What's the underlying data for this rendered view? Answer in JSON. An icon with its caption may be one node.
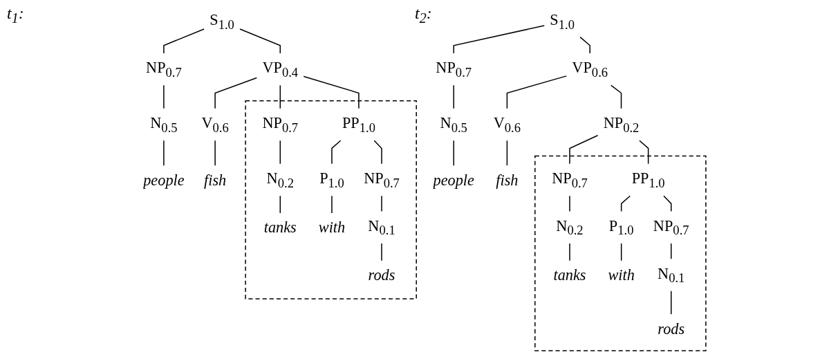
{
  "diagram": {
    "nodes": [
      {
        "text": [
          "S$_{1.0}$"
        ]
      },
      {
        "text": [
          "NP$_{0.7}$"
        ]
      },
      {
        "text": [
          "VP$_{0.4}$"
        ]
      },
      {
        "text": [
          "N$_{0.5}$"
        ]
      },
      {
        "text": [
          "V$_{0.6}$"
        ]
      },
      {
        "text": [],
        "shape": "box"
      },
      {
        "text": [
          "NP$_{0.7}$"
        ],
        "in": 5
      },
      {
        "text": [
          "PP$_{1.0}$"
        ],
        "in": 5
      },
      {
        "text": [
          "people"
        ]
      },
      {
        "text": [
          "fish"
        ]
      },
      {
        "text": [
          "N$_{0.2}$"
        ],
        "in": 5
      },
      {
        "text": [
          "P$_{1.0}$"
        ],
        "in": 5
      },
      {
        "text": [
          "NP$_{0.7}$"
        ],
        "in": 5
      },
      {
        "text": [
          "tanks"
        ],
        "in": 5
      },
      {
        "text": [
          "with"
        ],
        "in": 5
      },
      {
        "text": [
          "N$_{0.1}$"
        ],
        "in": 5
      },
      {
        "text": [
          "rods"
        ],
        "in": 5
      },
      {
        "text": [
          "S$_{1.0}$"
        ]
      },
      {
        "text": [
          "NP$_{0.7}$"
        ]
      },
      {
        "text": [
          "VP$_{0.6}$"
        ]
      },
      {
        "text": [
          "N$_{0.5}$"
        ]
      },
      {
        "text": [
          "V$_{0.6}$"
        ]
      },
      {
        "text": [
          "NP$_{0.2}$"
        ]
      },
      {
        "text": [
          "people"
        ]
      },
      {
        "text": [
          "fish"
        ]
      },
      {
        "text": [],
        "shape": "box"
      },
      {
        "text": [
          "NP$_{0.7}$"
        ],
        "in": 25
      },
      {
        "text": [
          "PP$_{1.0}$"
        ],
        "in": 25
      },
      {
        "text": [
          "N$_{0.2}$"
        ],
        "in": 25
      },
      {
        "text": [
          "P$_{1.0}$"
        ],
        "in": 25
      },
      {
        "text": [
          "NP$_{0.7}$"
        ],
        "in": 25
      },
      {
        "text": [
          "tanks"
        ],
        "in": 25
      },
      {
        "text": [
          "with"
        ],
        "in": 25
      },
      {
        "text": [
          "N$_{0.1}$"
        ],
        "in": 25
      },
      {
        "text": [
          "rods"
        ],
        "in": 25
      }
    ],
    "edges": [
      {
        "from": 0,
        "to": 1,
        "arrow": "none"
      },
      {
        "from": 0,
        "to": 2,
        "arrow": "none"
      },
      {
        "from": 1,
        "to": 3,
        "arrow": "none"
      },
      {
        "from": 3,
        "to": 8,
        "arrow": "none"
      },
      {
        "from": 2,
        "to": 4,
        "arrow": "none"
      },
      {
        "from": 4,
        "to": 9,
        "arrow": "none"
      },
      {
        "from": 2,
        "to": 6,
        "arrow": "none"
      },
      {
        "from": 2,
        "to": 7,
        "arrow": "none"
      },
      {
        "from": 6,
        "to": 10,
        "arrow": "none"
      },
      {
        "from": 10,
        "to": 13,
        "arrow": "none"
      },
      {
        "from": 7,
        "to": 11,
        "arrow": "none"
      },
      {
        "from": 7,
        "to": 12,
        "arrow": "none"
      },
      {
        "from": 11,
        "to": 14,
        "arrow": "none"
      },
      {
        "from": 12,
        "to": 15,
        "arrow": "none"
      },
      {
        "from": 15,
        "to": 16,
        "arrow": "none"
      },
      {
        "from": 17,
        "to": 18,
        "arrow": "none"
      },
      {
        "from": 17,
        "to": 19,
        "arrow": "none"
      },
      {
        "from": 18,
        "to": 20,
        "arrow": "none"
      },
      {
        "from": 20,
        "to": 23,
        "arrow": "none"
      },
      {
        "from": 19,
        "to": 21,
        "arrow": "none"
      },
      {
        "from": 21,
        "to": 24,
        "arrow": "none"
      },
      {
        "from": 19,
        "to": 22,
        "arrow": "none"
      },
      {
        "from": 22,
        "to": 26,
        "arrow": "none"
      },
      {
        "from": 22,
        "to": 27,
        "arrow": "none"
      },
      {
        "from": 26,
        "to": 28,
        "arrow": "none"
      },
      {
        "from": 28,
        "to": 31,
        "arrow": "none"
      },
      {
        "from": 27,
        "to": 29,
        "arrow": "none"
      },
      {
        "from": 27,
        "to": 30,
        "arrow": "none"
      },
      {
        "from": 29,
        "to": 32,
        "arrow": "none"
      },
      {
        "from": 30,
        "to": 33,
        "arrow": "none"
      },
      {
        "from": 33,
        "to": 34,
        "arrow": "none"
      }
    ],
    "labels": [
      "t$_{1}$:",
      "t$_{2}$:"
    ]
  }
}
